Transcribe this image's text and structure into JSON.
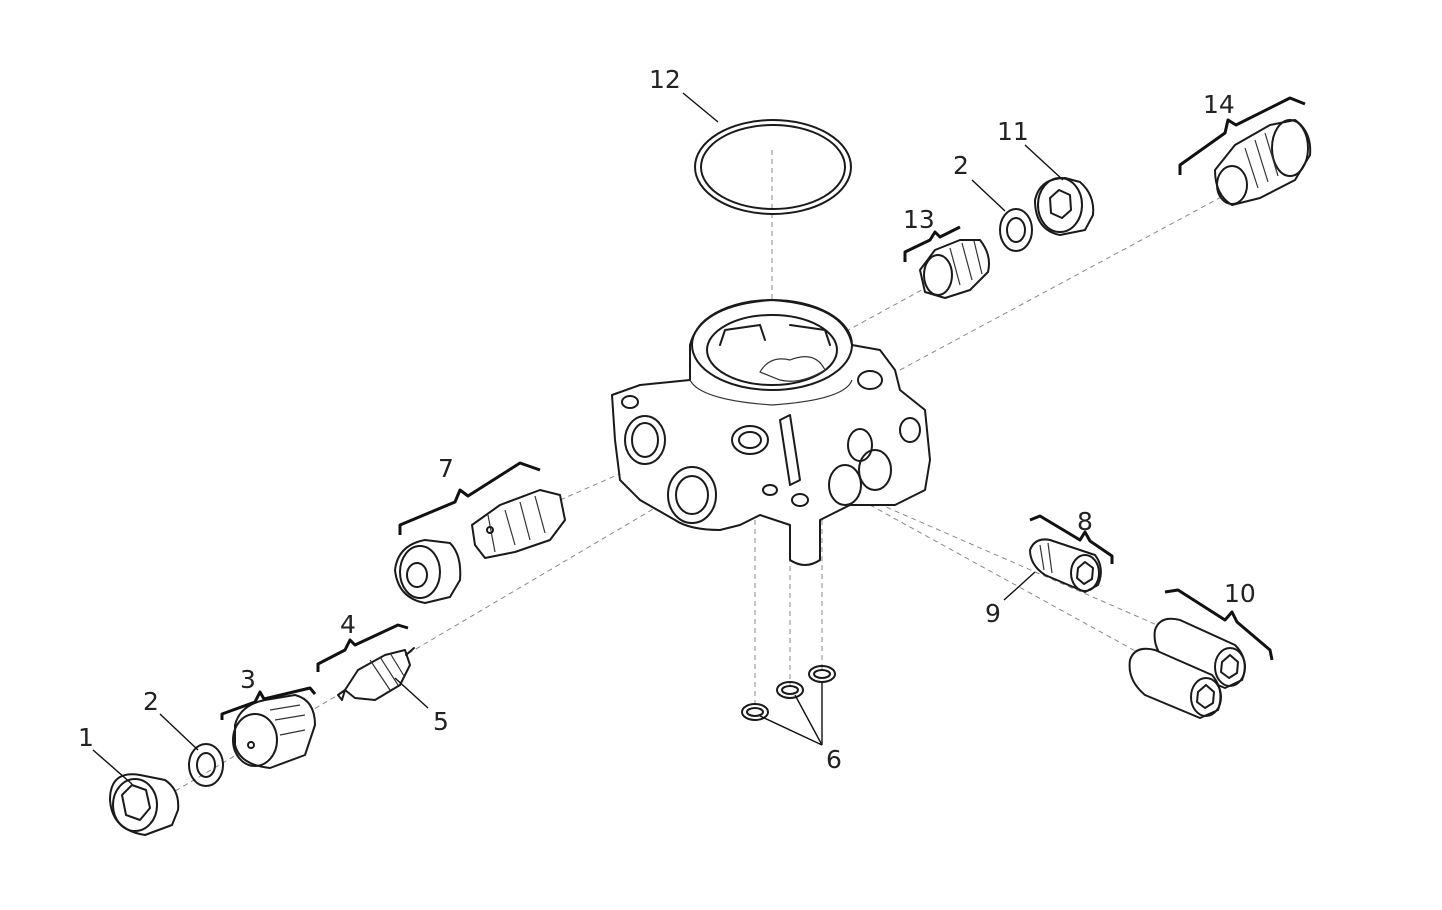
{
  "callouts": [
    {
      "id": "c1",
      "text": "1"
    },
    {
      "id": "c2a",
      "text": "2"
    },
    {
      "id": "c3",
      "text": "3"
    },
    {
      "id": "c4",
      "text": "4"
    },
    {
      "id": "c5",
      "text": "5"
    },
    {
      "id": "c6",
      "text": "6"
    },
    {
      "id": "c7",
      "text": "7"
    },
    {
      "id": "c8",
      "text": "8"
    },
    {
      "id": "c9",
      "text": "9"
    },
    {
      "id": "c10",
      "text": "10"
    },
    {
      "id": "c11",
      "text": "11"
    },
    {
      "id": "c12",
      "text": "12"
    },
    {
      "id": "c13",
      "text": "13"
    },
    {
      "id": "c2b",
      "text": "2"
    },
    {
      "id": "c14",
      "text": "14"
    }
  ]
}
